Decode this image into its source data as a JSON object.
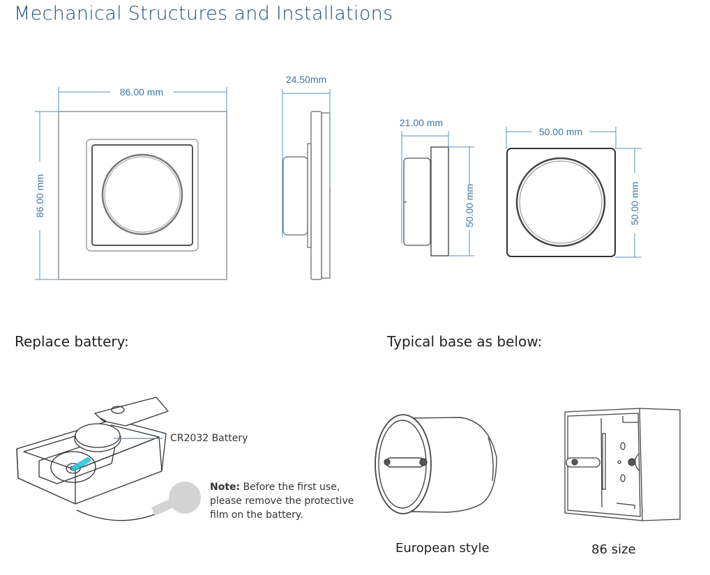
{
  "page": {
    "title": "Mechanical Structures and Installations"
  },
  "dimensions": {
    "front_view": {
      "width": "86.00 mm",
      "height": "86.00 mm"
    },
    "side_view": {
      "depth": "24.50mm"
    },
    "knob_side_view": {
      "depth": "21.00 mm",
      "height": "50.00 mm"
    },
    "knob_front_view": {
      "width": "50.00 mm",
      "height": "50.00 mm"
    }
  },
  "replace_battery": {
    "heading": "Replace battery:",
    "battery_label": "CR2032 Battery",
    "note_label": "Note:",
    "note_text": " Before the first use, please remove the protective film on the battery."
  },
  "typical_base": {
    "heading": "Typical base as below:",
    "items": [
      {
        "caption": "European style"
      },
      {
        "caption": "86 size"
      }
    ]
  },
  "colors": {
    "title": "#1d4f7c",
    "dimension": "#3a77a6",
    "line": "#555555"
  }
}
